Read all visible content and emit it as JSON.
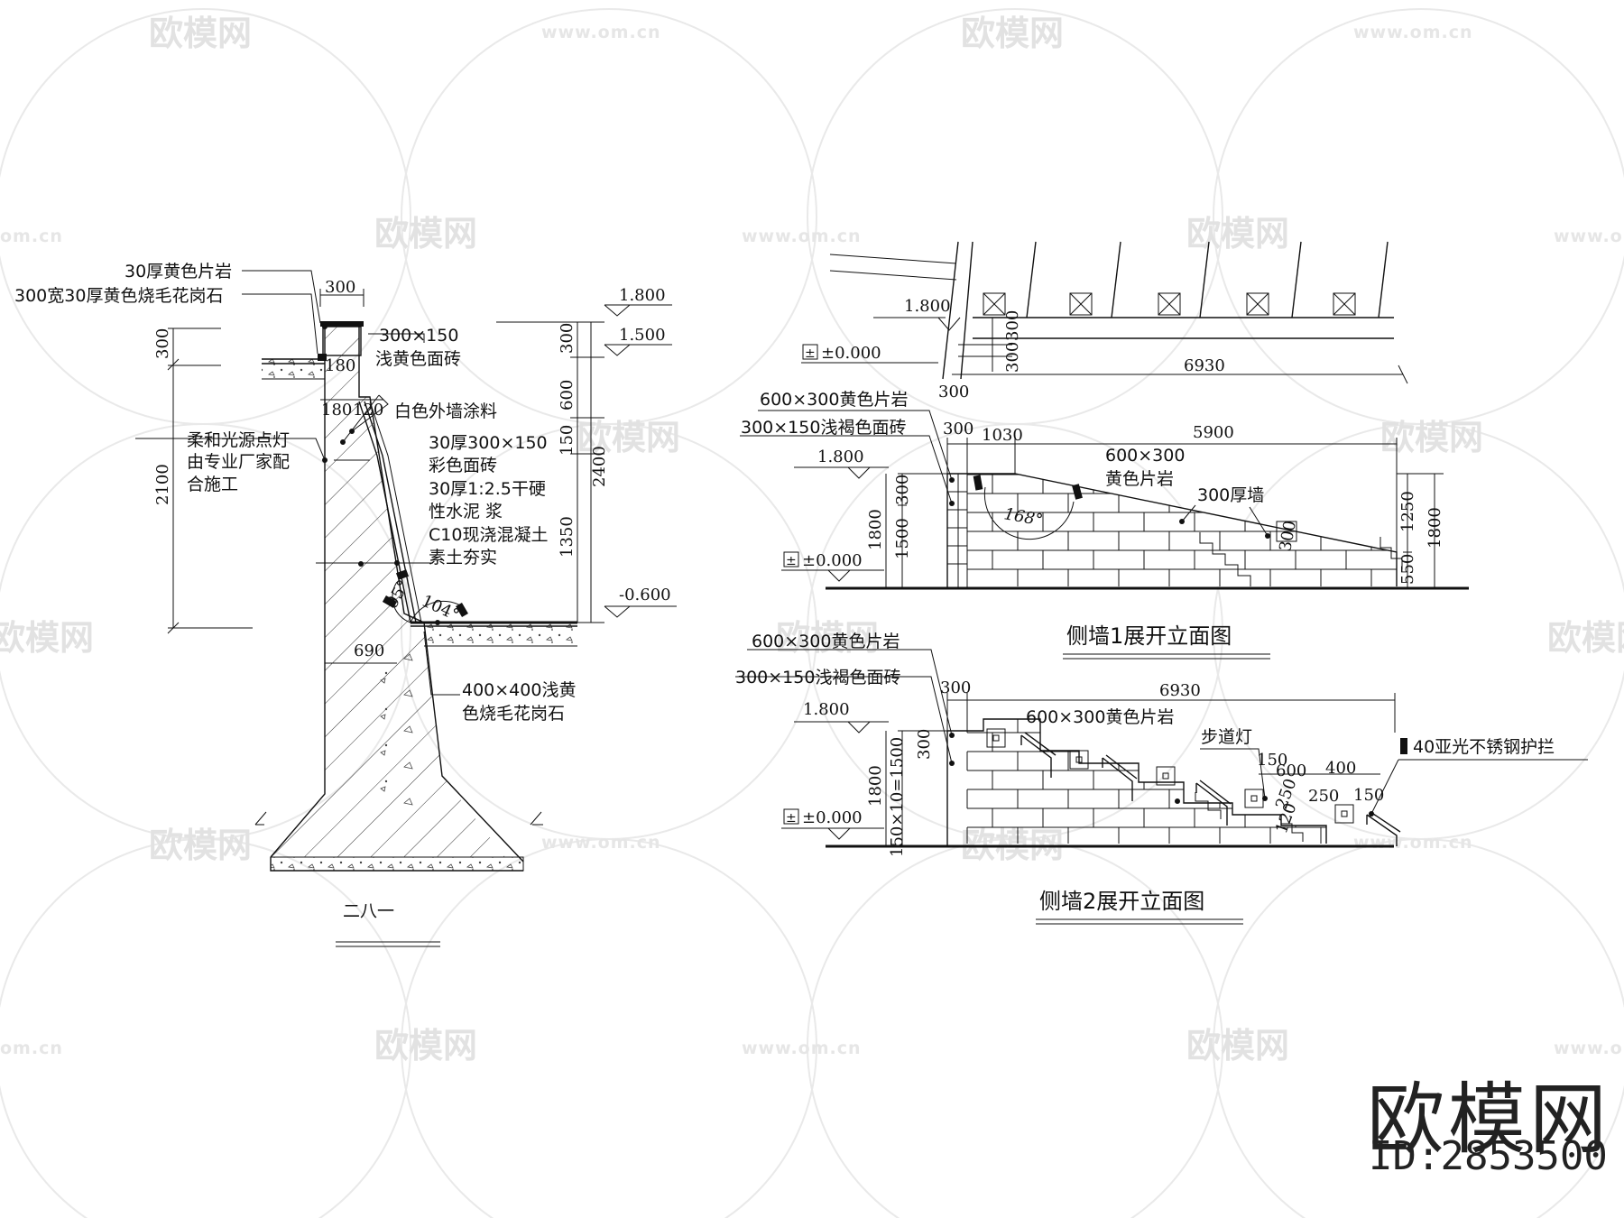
{
  "watermark": {
    "brand": "欧模网",
    "url": "www.om.cn",
    "url_short": "om.cn"
  },
  "brand": {
    "name": "欧模网",
    "id": "ID:2853500"
  },
  "section": {
    "notes": {
      "stone_cap": "30厚黄色片岩",
      "granite_cap": "300宽30厚黄色烧毛花岗石",
      "face_brick": "300×150",
      "face_brick_2": "浅黄色面砖",
      "paint": "白色外墙涂料",
      "light_1": "柔和光源点灯",
      "light_2": "由专业厂家配",
      "light_3": "合施工",
      "layer_1a": "30厚300×150",
      "layer_1b": "彩色面砖",
      "layer_2a": "30厚1:2.5干硬",
      "layer_2b": "性水泥   浆",
      "layer_3": "C10现浇混凝土",
      "layer_4": "素土夯实",
      "paving_1": "400×400浅黄",
      "paving_2": "色烧毛花岗石"
    },
    "dims": {
      "d300_top": "300",
      "d300_left": "300",
      "d180": "180",
      "d180b": "180",
      "d120": "120",
      "d2100": "2100",
      "d300_r": "300",
      "d600": "600",
      "d150": "150",
      "d1350": "1350",
      "d2400": "2400",
      "d690": "690",
      "angle95": "95°",
      "angle104": "104°"
    },
    "levels": {
      "l1800": "1.800",
      "l1500": "1.500",
      "l0600": "-0.600"
    },
    "caption": "二八一"
  },
  "wall1": {
    "title": "侧墙1展开立面图",
    "notes": {
      "stone": "600×300黄色片岩",
      "brick": "300×150浅褐色面砖",
      "stone_in_1": "600×300",
      "stone_in_2": "黄色片岩",
      "thick": "300厚墙"
    },
    "plan_dims": {
      "p1800": "1.800",
      "p300a": "300",
      "p300b": "300",
      "p300c": "300",
      "p6930": "6930",
      "p0000": "±0.000"
    },
    "dims": {
      "d300": "300",
      "d1030": "1030",
      "d5900": "5900",
      "d300v": "300",
      "d1500": "1500",
      "d1800": "1800",
      "d300s": "300",
      "d1250": "1250",
      "d1800r": "1800",
      "d550": "550",
      "angle": "168°"
    },
    "levels": {
      "l1800": "1.800",
      "l0000": "±0.000"
    }
  },
  "wall2": {
    "title": "侧墙2展开立面图",
    "notes": {
      "stone": "600×300黄色片岩",
      "brick": "300×150浅褐色面砖",
      "stone_in": "600×300黄色片岩",
      "step_light": "步道灯",
      "rail": "40亚光不锈钢护拦"
    },
    "dims": {
      "d300": "300",
      "d6930": "6930",
      "d300v": "300",
      "d1800": "1800",
      "d150x10": "150×10=1500",
      "d150": "150",
      "d600": "600",
      "d400": "400",
      "d250": "250",
      "d150b": "150",
      "d250s": "250",
      "d120": "120"
    },
    "levels": {
      "l1800": "1.800",
      "l0000": "±0.000"
    }
  }
}
